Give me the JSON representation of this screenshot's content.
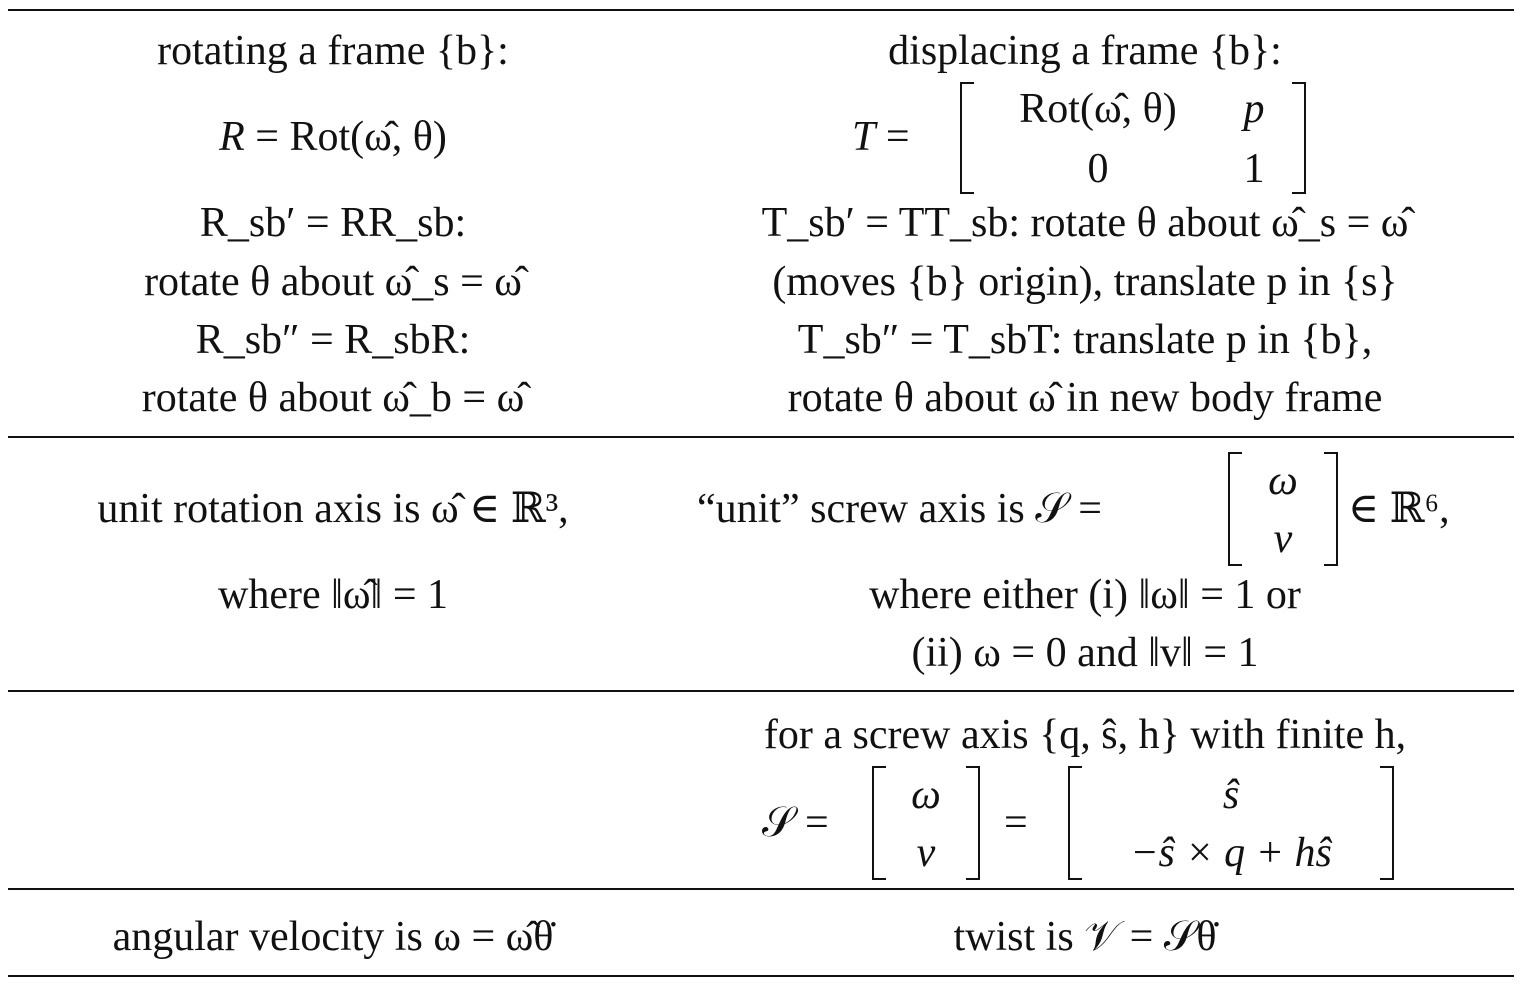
{
  "row1": {
    "left": {
      "heading": "rotating a frame {b}:",
      "eq_R": "Rot(ω̂, θ)",
      "rsb1_eq": "R_sb′ = RR_sb:",
      "rsb1_desc": "rotate θ about ω̂_s = ω̂",
      "rsb2_eq": "R_sb″ = R_sbR:",
      "rsb2_desc": "rotate θ about ω̂_b = ω̂"
    },
    "right": {
      "heading": "displacing a frame {b}:",
      "matrix_T": {
        "a11": "Rot(ω̂, θ)",
        "a12": "p",
        "a21": "0",
        "a22": "1"
      },
      "tsb1_eq": "T_sb′ = TT_sb: rotate θ about ω̂_s = ω̂",
      "tsb1_desc": "(moves {b} origin), translate p in {s}",
      "tsb2_eq": "T_sb″ = T_sbT: translate p in {b},",
      "tsb2_desc": "rotate θ about ω̂ in new body frame"
    }
  },
  "row2": {
    "left": {
      "line1": "unit rotation axis is ω̂ ∈ ℝ³,",
      "line2": "where ‖ω̂‖ = 1"
    },
    "right": {
      "line1_prefix": "“unit” screw axis is 𝒮 =",
      "line1_suffix": "∈ ℝ⁶,",
      "vec": {
        "top": "ω",
        "bottom": "v"
      },
      "line2": "where either (i) ‖ω‖ = 1 or",
      "line3": "(ii) ω = 0 and ‖v‖ = 1"
    }
  },
  "row3": {
    "right": {
      "line1": "for a screw axis {q, ŝ, h} with finite h,",
      "S_label": "𝒮 =",
      "vec1": {
        "top": "ω",
        "bottom": "v"
      },
      "eq": "=",
      "vec2": {
        "top": "ŝ",
        "bottom": "−ŝ × q + hŝ"
      }
    }
  },
  "row4": {
    "left": "angular velocity is ω = ω̂θ̇",
    "right": "twist is 𝒱 = 𝒮θ̇"
  }
}
